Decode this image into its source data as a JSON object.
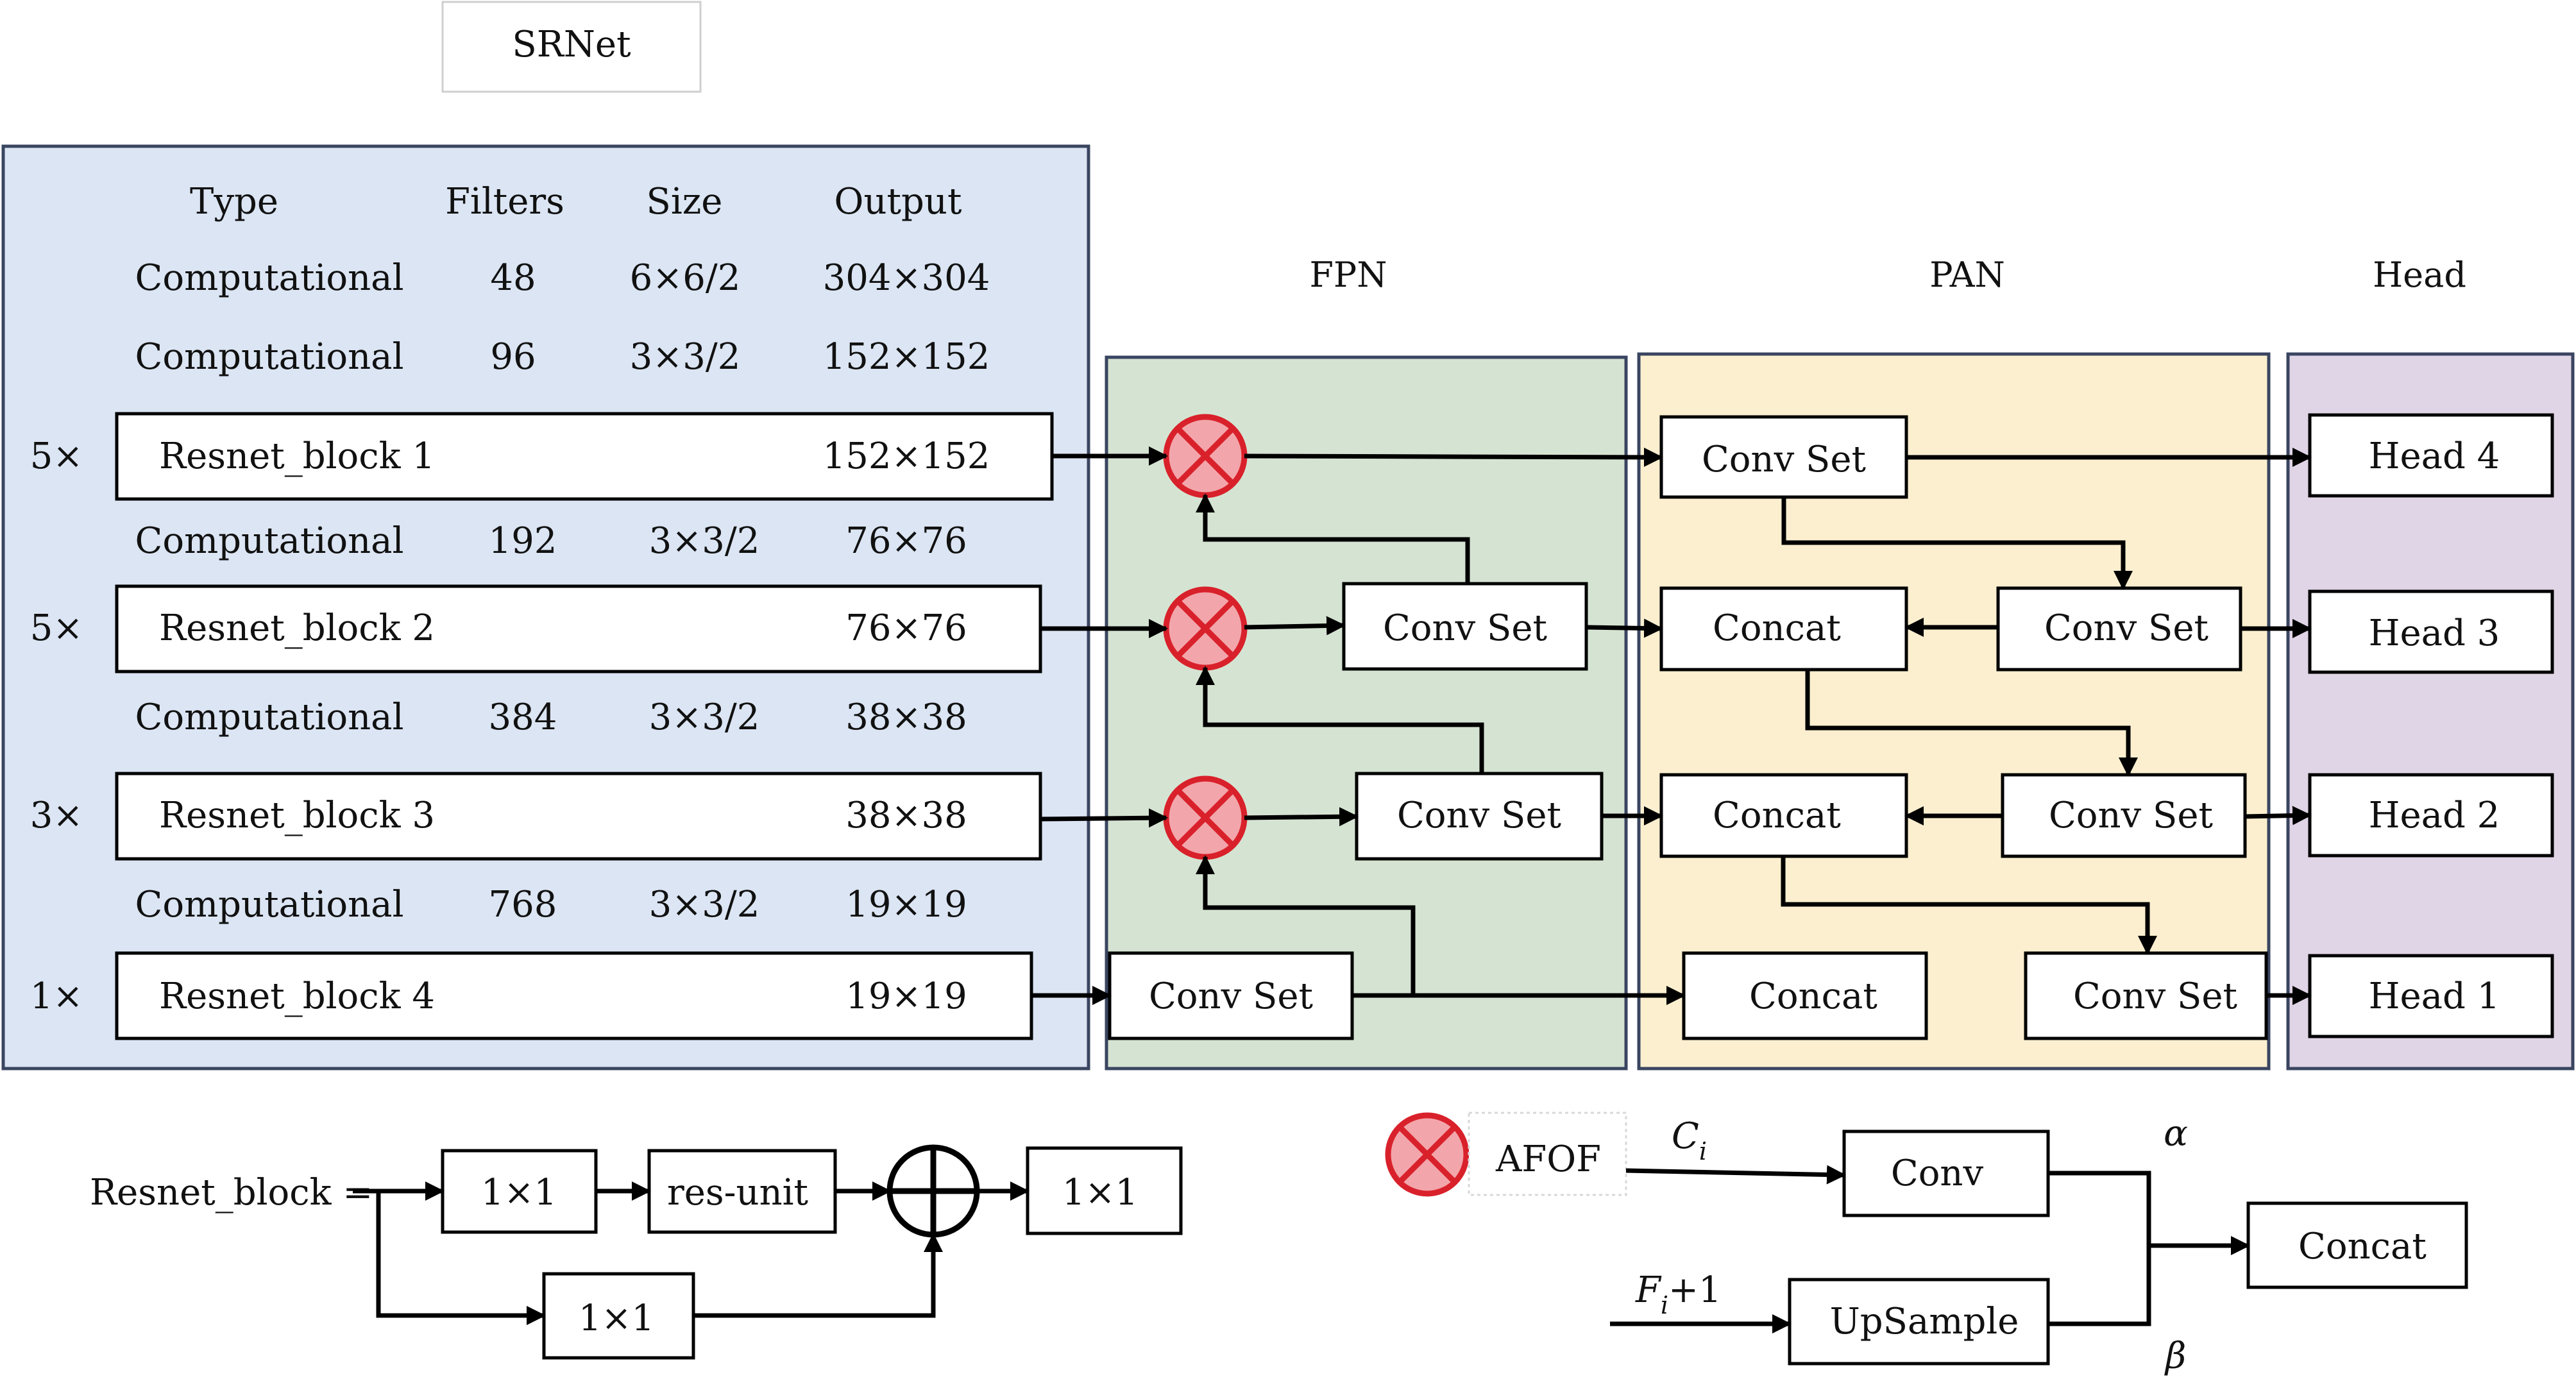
{
  "backbone": {
    "title": "SRNet",
    "headers": {
      "type": "Type",
      "filters": "Filters",
      "size": "Size",
      "output": "Output"
    },
    "rows": [
      {
        "kind": "comp",
        "type": "Computational",
        "filters": "48",
        "size": "6×6/2",
        "output": "304×304"
      },
      {
        "kind": "comp",
        "type": "Computational",
        "filters": "96",
        "size": "3×3/2",
        "output": "152×152"
      },
      {
        "kind": "block",
        "repeat": "5×",
        "type": "Resnet_block 1",
        "output": "152×152"
      },
      {
        "kind": "comp",
        "type": "Computational",
        "filters": "192",
        "size": "3×3/2",
        "output": "76×76"
      },
      {
        "kind": "block",
        "repeat": "5×",
        "type": "Resnet_block 2",
        "output": "76×76"
      },
      {
        "kind": "comp",
        "type": "Computational",
        "filters": "384",
        "size": "3×3/2",
        "output": "38×38"
      },
      {
        "kind": "block",
        "repeat": "3×",
        "type": "Resnet_block 3",
        "output": "38×38"
      },
      {
        "kind": "comp",
        "type": "Computational",
        "filters": "768",
        "size": "3×3/2",
        "output": "19×19"
      },
      {
        "kind": "block",
        "repeat": "1×",
        "type": "Resnet_block 4",
        "output": "19×19"
      }
    ]
  },
  "fpn": {
    "title": "FPN",
    "convsets": [
      "Conv Set",
      "Conv Set",
      "Conv Set"
    ]
  },
  "pan": {
    "title": "PAN",
    "nodes": [
      "Conv Set",
      "Concat",
      "Conv Set",
      "Concat",
      "Conv Set",
      "Concat",
      "Conv Set"
    ]
  },
  "head": {
    "title": "Head",
    "items": [
      "Head 4",
      "Head 3",
      "Head 2",
      "Head 1"
    ]
  },
  "resnet_legend": {
    "label": "Resnet_block =",
    "conv1": "1×1",
    "resunit": "res-unit",
    "conv_out": "1×1",
    "conv_skip": "1×1"
  },
  "afof_legend": {
    "label": "AFOF",
    "input_c_main": "C",
    "input_c_sub": "i",
    "input_f_main": "F",
    "input_f_sub": "i",
    "input_f_tail": "+1",
    "conv": "Conv",
    "upsample": "UpSample",
    "concat": "Concat",
    "alpha": "α",
    "beta": "β"
  },
  "colors": {
    "backbone_bg": "#dbe5f3",
    "fpn_bg": "#d5e4d2",
    "pan_bg": "#fbefcf",
    "head_bg": "#e0d5e6",
    "panel_border": "#3a4560",
    "afof_fill": "#f2a6ab",
    "afof_stroke": "#d9212b"
  }
}
